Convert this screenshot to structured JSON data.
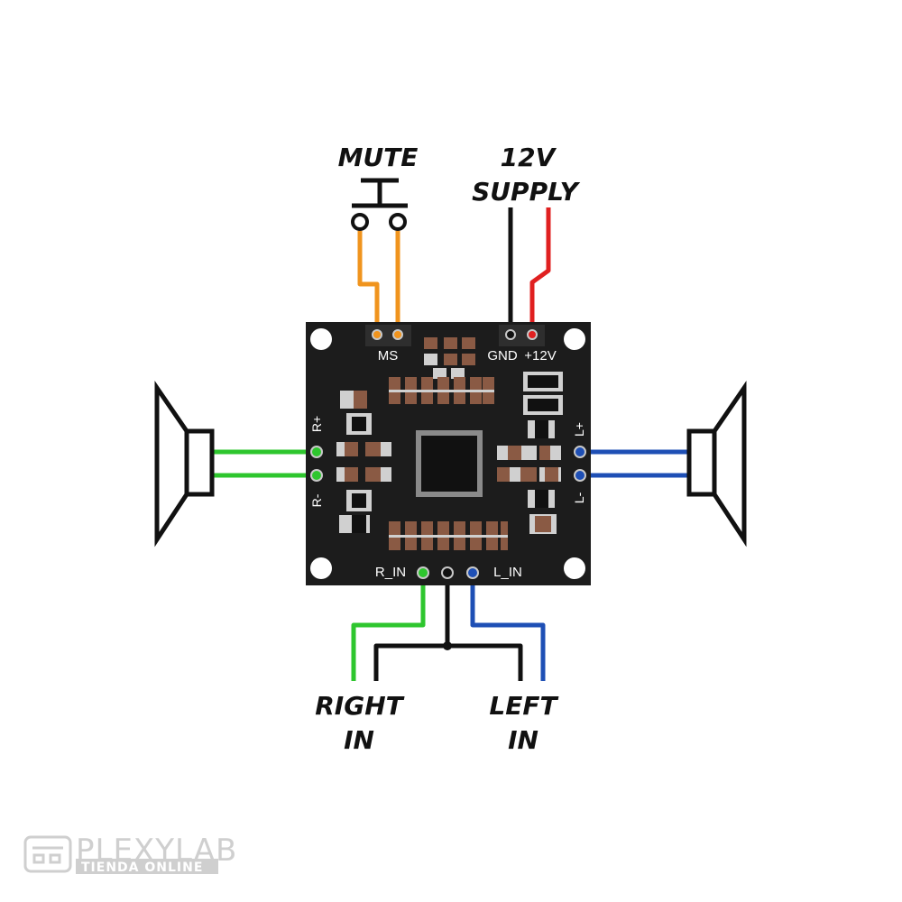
{
  "labels": {
    "mute": "MUTE",
    "supply_line1": "12V",
    "supply_line2": "SUPPLY",
    "right_in_line1": "RIGHT",
    "right_in_line2": "IN",
    "left_in_line1": "LEFT",
    "left_in_line2": "IN"
  },
  "pcb_labels": {
    "ms": "MS",
    "gnd": "GND",
    "plus12v": "+12V",
    "r_plus": "R+",
    "r_minus": "R-",
    "l_plus": "L+",
    "l_minus": "L-",
    "r_in": "R_IN",
    "l_in": "L_IN"
  },
  "watermark": {
    "brand": "PLEXYLAB",
    "tagline": "TIENDA ONLINE"
  },
  "colors": {
    "board": "#1c1c1c",
    "component": "#8a5a44",
    "mute_wire": "#f0941e",
    "gnd_wire": "#111111",
    "power_wire": "#e02020",
    "right_wire": "#2ec62e",
    "left_wire": "#1e4fb5"
  }
}
